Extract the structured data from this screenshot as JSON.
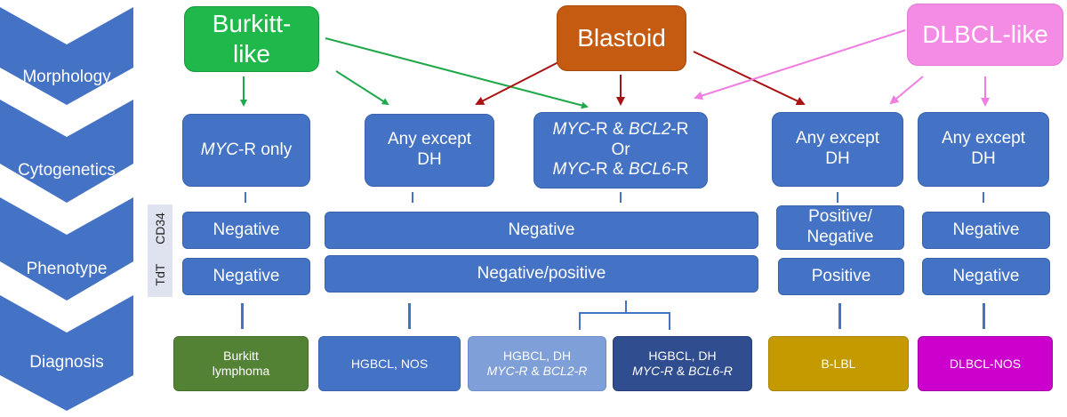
{
  "stages": [
    {
      "label": "Morphology"
    },
    {
      "label": "Cytogenetics"
    },
    {
      "label": "Phenotype"
    },
    {
      "label": "Diagnosis"
    }
  ],
  "markers": {
    "cd34": "CD34",
    "tdt": "TdT"
  },
  "morphology": {
    "burkitt_like": {
      "line1": "Burkitt-",
      "line2": "like"
    },
    "blastoid": "Blastoid",
    "dlbcl_like": "DLBCL-like"
  },
  "cytogenetics": {
    "myc_only": {
      "gene": "MYC",
      "rest": "-R only"
    },
    "any_except_1": {
      "line1": "Any except",
      "line2": "DH"
    },
    "dh": {
      "gene1": "MYC",
      "sep1": "-R & ",
      "gene2": "BCL2",
      "end1": "-R",
      "or": "Or",
      "gene3": "MYC",
      "sep2": "-R & ",
      "gene4": "BCL6",
      "end2": "-R"
    },
    "any_except_2": {
      "line1": "Any except",
      "line2": "DH"
    },
    "any_except_3": {
      "line1": "Any except",
      "line2": "DH"
    }
  },
  "phenotype": {
    "cd34": {
      "burkitt": "Negative",
      "hgbcl": "Negative",
      "blbl": {
        "line1": "Positive/",
        "line2": "Negative"
      },
      "dlbcl": "Negative"
    },
    "tdt": {
      "burkitt": "Negative",
      "hgbcl": "Negative/positive",
      "blbl": "Positive",
      "dlbcl": "Negative"
    }
  },
  "diagnosis": {
    "burkitt": {
      "line1": "Burkitt",
      "line2": "lymphoma"
    },
    "hgbcl_nos": "HGBCL, NOS",
    "hgbcl_dh_bcl2": {
      "line1": "HGBCL, DH",
      "gene1": "MYC-R",
      "amp": " & ",
      "gene2": "BCL2-R"
    },
    "hgbcl_dh_bcl6": {
      "line1": "HGBCL, DH",
      "gene1": "MYC-R",
      "amp": " & ",
      "gene2": "BCL6-R"
    },
    "blbl": "B-LBL",
    "dlbcl_nos": "DLBCL-NOS"
  },
  "colors": {
    "chevron": "#4472c4",
    "box_blue": "#4472c4",
    "burkitt_like": "#1fb84a",
    "blastoid": "#c55a11",
    "dlbcl_like": "#f48ce5",
    "green_arrow": "#1fa84a",
    "red_arrow": "#a81212",
    "pink_arrow": "#ef7ee0",
    "burkitt_dx": "#548235",
    "hgbcl_nos_dx": "#4472c4",
    "dh_bcl2_dx": "#7f9fd8",
    "dh_bcl6_dx": "#2f4d8f",
    "blbl_dx": "#c59a00",
    "dlbcl_nos_dx": "#cc00cc"
  }
}
